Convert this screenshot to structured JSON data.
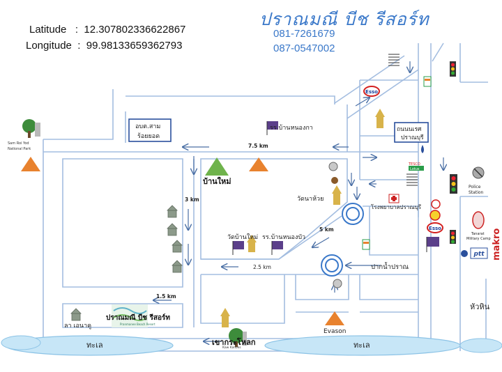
{
  "header": {
    "latitude_label": "Latitude",
    "latitude_value": "12.307802336622867",
    "longitude_label": "Longitude",
    "longitude_value": "99.98133659362793",
    "resort_name": "ปราณมณี บีช รีสอร์ท",
    "phone_1": "081-7261679",
    "phone_2": "087-0547002"
  },
  "labels": {
    "sam_roi_yod_1": "Sam Roi Yod",
    "sam_roi_yod_2": "National Park",
    "district_office_1": "อบต.สาม",
    "district_office_2": "ร้อยยอด",
    "school_nong_ka": "รร.บ้านหนองกา",
    "naresdamri_1": "ถนนนเรศ",
    "naresdamri_2": "ปราณบุรี",
    "ban_mai": "บ้านใหม่",
    "wat_na_huai": "วัดนาห้วย",
    "hospital": "โรงพยาบาลปราณบุรี",
    "wat_ban_mai": "วัดบ้านใหม่",
    "school_nong_bua": "รร.บ้านหนองบัว",
    "pak_nam_pran": "ปากน้ำปราณ",
    "resort_on_map": "ปราณมณี บีช รีสอร์ท",
    "resort_tagline": "Pranmanee Beach Resort",
    "la_ngoen": "ลา เอนาคู",
    "evason": "Evason",
    "kao_kalok_small": "Kaw Kalloks",
    "kao_kalok": "เขากระโหลก",
    "sea_left": "ทะเล",
    "sea_right": "ทะเล",
    "hua_hin": "หัวหิน",
    "police_1": "Police",
    "police_2": "Station",
    "military_1": "Tanarat",
    "military_2": "Military Camp",
    "tesco_1": "TESCO",
    "tesco_2": "Lotus",
    "esso": "Esso",
    "ptt": "ptt",
    "makro": "makro"
  },
  "distances": {
    "d_7_5": "7.5 km",
    "d_3": "3 km",
    "d_5": "5 km",
    "d_2_5": "2.5 km",
    "d_1_5": "1.5 km"
  },
  "colors": {
    "road": "#a3bde0",
    "arrow": "#4a6fa5",
    "accent": "#3a78c9",
    "cone": "#e8822e"
  }
}
